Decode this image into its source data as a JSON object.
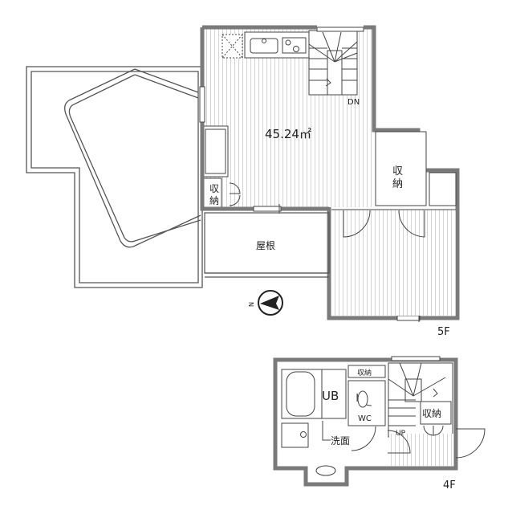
{
  "floor_5f": {
    "level_label": "5F",
    "ldk_area": "45.24㎡",
    "stair_label": "DN",
    "storage_left": [
      "収",
      "納"
    ],
    "storage_right": [
      "収",
      "納"
    ],
    "roof_label": "屋根"
  },
  "floor_4f": {
    "level_label": "4F",
    "bath_label": "UB",
    "storage_top_label": "収納",
    "toilet_label": "WC",
    "washroom_label": "洗面",
    "stair_label": "UP",
    "storage_right_label": "収納"
  },
  "compass": {
    "north_label": "N"
  },
  "colors": {
    "wall": "#7a7a7a",
    "line": "#333333",
    "floor_hatch": "#d0d0d0"
  }
}
